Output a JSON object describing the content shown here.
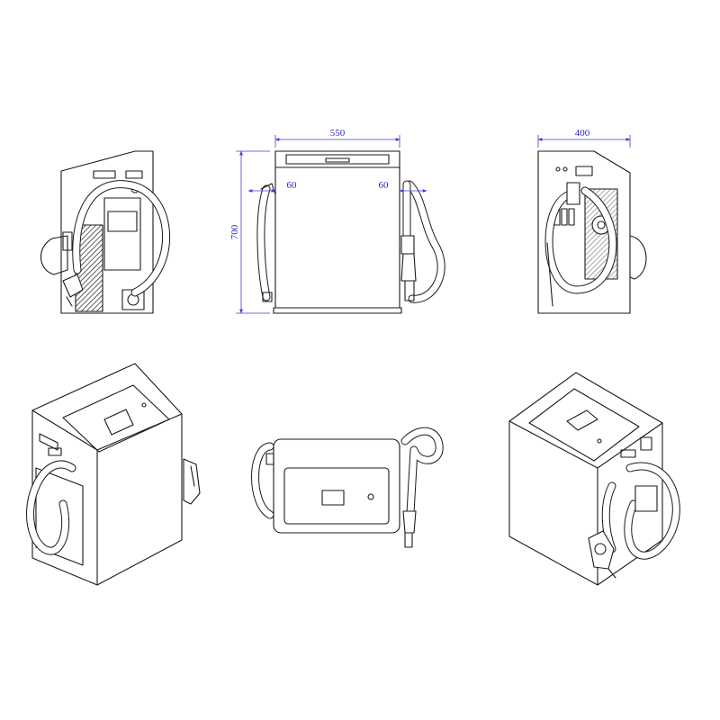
{
  "dimensions": {
    "front_width": "550",
    "side_width": "400",
    "height": "700",
    "left_offset": "60",
    "right_offset": "60"
  },
  "colors": {
    "line": "#1a1a1a",
    "dimension": "#2a2ac8",
    "background": "#ffffff"
  }
}
